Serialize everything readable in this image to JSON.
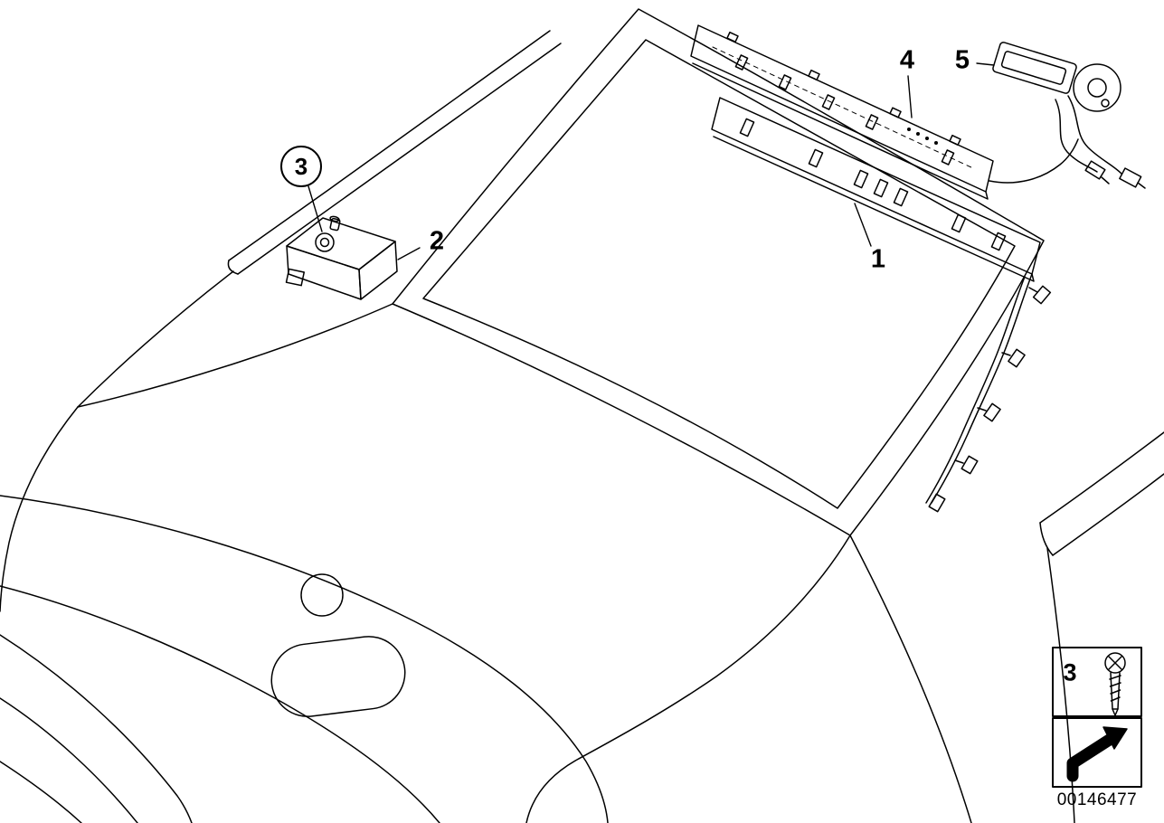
{
  "diagram": {
    "callouts": {
      "c1": {
        "label": "1"
      },
      "c2": {
        "label": "2"
      },
      "c3": {
        "label": "3"
      },
      "c4": {
        "label": "4"
      },
      "c5": {
        "label": "5"
      }
    },
    "legend": {
      "screw_item_label": "3",
      "screw_icon": "screw-icon",
      "arrow_icon": "direction-arrow-icon"
    },
    "drawing_number": "00146477",
    "colors": {
      "line": "#000000",
      "background": "#ffffff"
    }
  }
}
